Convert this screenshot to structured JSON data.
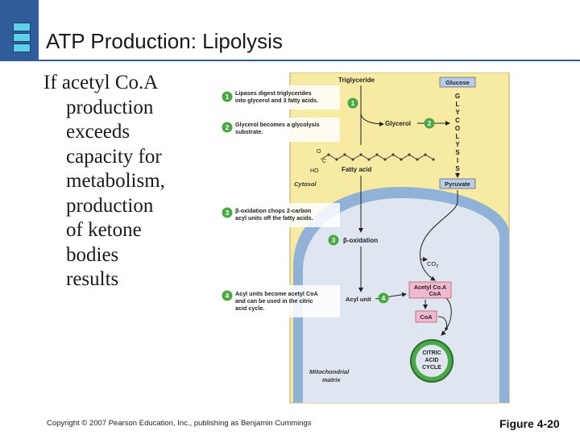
{
  "slide": {
    "title": "ATP Production: Lipolysis",
    "body_lines": [
      "If acetyl Co.A",
      "production",
      "exceeds",
      "capacity for",
      "metabolism,",
      "production",
      "of ketone",
      "bodies",
      "results"
    ],
    "footer": "Copyright © 2007 Pearson Education, Inc., publishing as Benjamin Cummings",
    "figure_label": "Figure 4-20"
  },
  "diagram": {
    "steps": [
      {
        "num": "1",
        "line1": "Lipases digest triglycerides",
        "line2": "into glycerol and 3 fatty acids."
      },
      {
        "num": "2",
        "line1": "Glycerol becomes a glycolysis",
        "line2": "substrate."
      },
      {
        "num": "3",
        "line1": "β-oxidation chops 2-carbon",
        "line2": "acyl units off the fatty acids."
      },
      {
        "num": "4",
        "line1": "Acyl units become acetyl CoA",
        "line2": "and can be used in the citric",
        "line3": "acid cycle."
      }
    ],
    "labels": {
      "triglyceride": "Triglyceride",
      "glucose": "Glucose",
      "glycolysis": [
        "G",
        "L",
        "Y",
        "C",
        "O",
        "L",
        "Y",
        "S",
        "I",
        "S"
      ],
      "glycerol": "Glycerol",
      "fatty_acid": "Fatty acid",
      "o": "O",
      "c": "C",
      "ho": "HO",
      "cytosol": "Cytosol",
      "pyruvate": "Pyruvate",
      "beta_oxidation": "β-oxidation",
      "co2": "CO",
      "co2_sub": "2",
      "acyl_unit": "Acyl unit",
      "acetyl_coa_1": "Acetyl Co.A",
      "acetyl_coa_2": "CoA",
      "coa": "CoA",
      "cac_1": "CITRIC",
      "cac_2": "ACID",
      "cac_3": "CYCLE",
      "matrix_1": "Mitochondrial",
      "matrix_2": "matrix"
    },
    "colors": {
      "cytosol": "#f7eaa2",
      "membrane": "#8fb2d6",
      "matrix": "#dfe6ef",
      "step_badge": "#4aa843",
      "pink_box": "#f2b8cf",
      "blue_box": "#b7cde8",
      "cycle": "#49a84a"
    }
  }
}
